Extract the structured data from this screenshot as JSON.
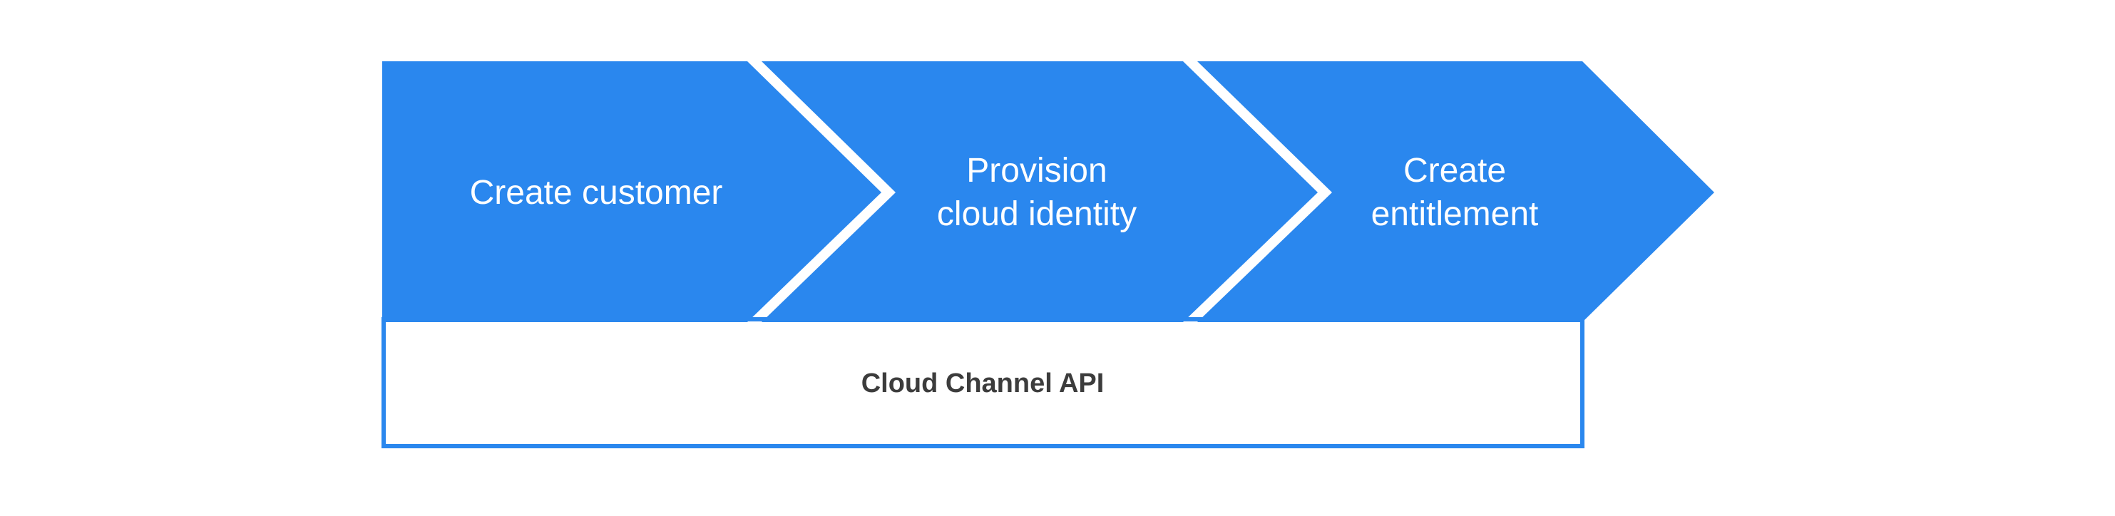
{
  "colors": {
    "step_fill": "#2a87ee",
    "api_border": "#2a87ee",
    "api_fill": "#ffffff",
    "api_text": "#3c3c3c"
  },
  "steps": [
    {
      "lines": [
        "Create customer"
      ]
    },
    {
      "lines": [
        "Provision",
        "cloud identity"
      ]
    },
    {
      "lines": [
        "Create",
        "entitlement"
      ]
    }
  ],
  "api": {
    "label": "Cloud Channel API"
  }
}
